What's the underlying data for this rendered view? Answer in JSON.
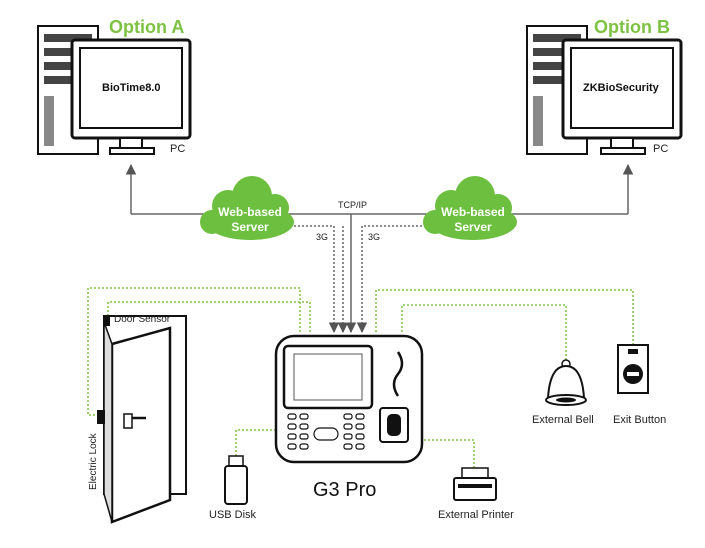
{
  "options": {
    "a_label": "Option A",
    "b_label": "Option B",
    "a_software": "BioTime8.0",
    "b_software": "ZKBioSecurity",
    "a_pc": "PC",
    "b_pc": "PC"
  },
  "clouds": {
    "left_line1": "Web-based",
    "left_line2": "Server",
    "right_line1": "Web-based",
    "right_line2": "Server"
  },
  "links": {
    "tcpip": "TCP/IP",
    "left_3g": "3G",
    "right_3g": "3G"
  },
  "devices": {
    "door_sensor": "Door Sensor",
    "electric_lock": "Electric Lock",
    "usb_disk": "USB Disk",
    "terminal": "G3 Pro",
    "external_printer": "External Printer",
    "external_bell": "External Bell",
    "exit_button": "Exit Button"
  },
  "colors": {
    "accent_green": "#7dc242",
    "cloud_green": "#6cbf3f",
    "line_gray": "#777777"
  }
}
